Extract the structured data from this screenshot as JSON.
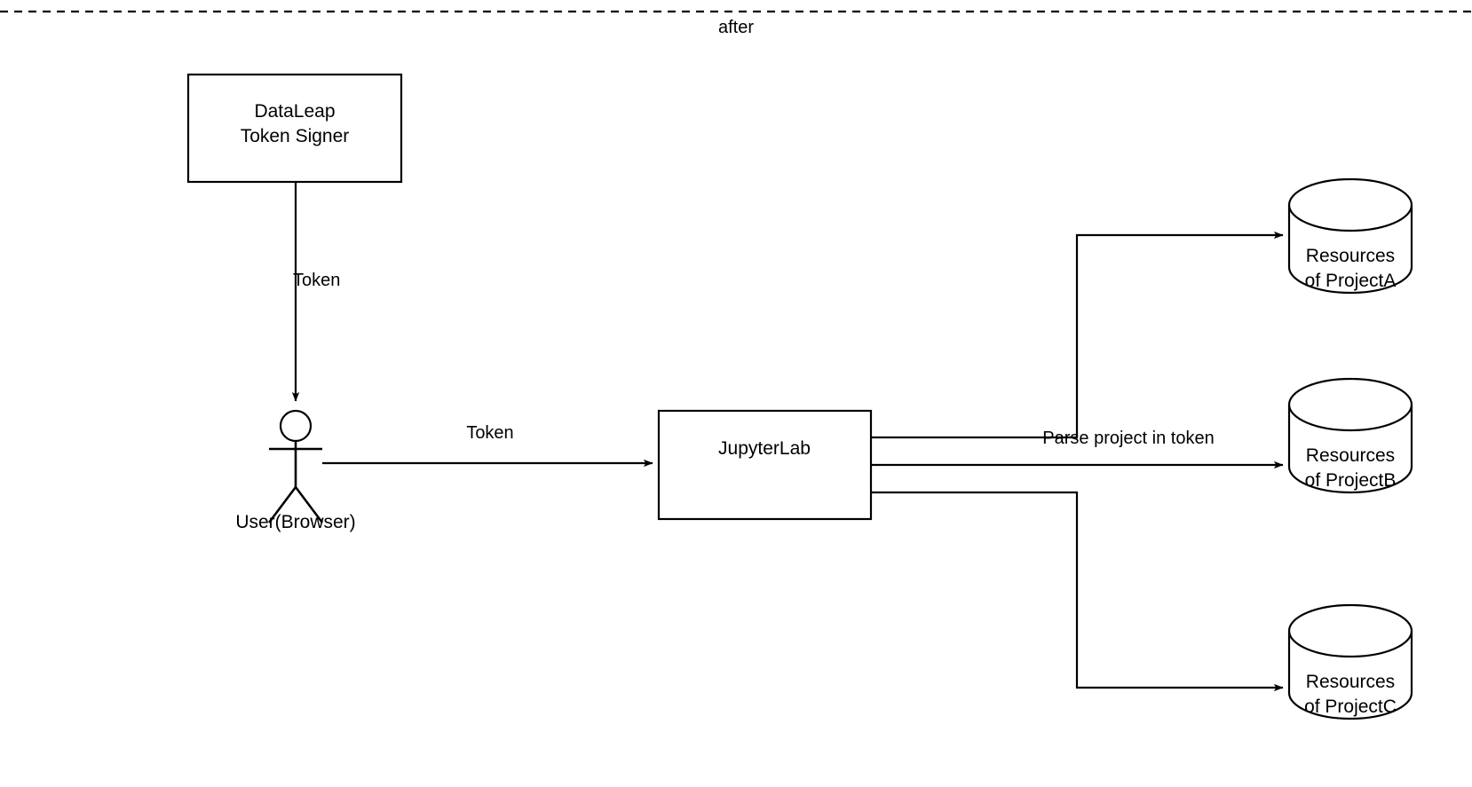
{
  "diagram": {
    "section_label": "after",
    "divider": {
      "style": "dashed",
      "color": "#000000"
    },
    "stroke_color": "#000000",
    "fill_color": "#ffffff",
    "nodes": [
      {
        "id": "token-signer",
        "shape": "rectangle",
        "line1": "DataLeap",
        "line2": "Token Signer"
      },
      {
        "id": "user",
        "shape": "actor",
        "label": "User(Browser)"
      },
      {
        "id": "jupyterlab",
        "shape": "rectangle",
        "label": "JupyterLab"
      },
      {
        "id": "project-a",
        "shape": "cylinder",
        "line1": "Resources",
        "line2": "of ProjectA"
      },
      {
        "id": "project-b",
        "shape": "cylinder",
        "line1": "Resources",
        "line2": "of ProjectB"
      },
      {
        "id": "project-c",
        "shape": "cylinder",
        "line1": "Resources",
        "line2": "of ProjectC"
      }
    ],
    "edges": [
      {
        "id": "signer-to-user",
        "from": "token-signer",
        "to": "user",
        "label": "Token"
      },
      {
        "id": "user-to-jupyterlab",
        "from": "user",
        "to": "jupyterlab",
        "label": "Token"
      },
      {
        "id": "jupyterlab-to-project-a",
        "from": "jupyterlab",
        "to": "project-a",
        "label": ""
      },
      {
        "id": "jupyterlab-to-project-b",
        "from": "jupyterlab",
        "to": "project-b",
        "label": "Parse project in token"
      },
      {
        "id": "jupyterlab-to-project-c",
        "from": "jupyterlab",
        "to": "project-c",
        "label": ""
      }
    ]
  }
}
